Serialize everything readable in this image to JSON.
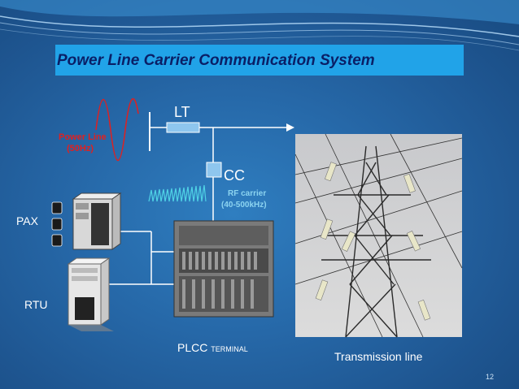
{
  "slide": {
    "title": "Power Line Carrier Communication System",
    "page_number": "12"
  },
  "diagram": {
    "lt_label": "LT",
    "cc_label": "CC",
    "power_line_label": "Power Line",
    "power_line_freq": "(50Hz)",
    "rf_carrier_label": "RF carrier",
    "rf_carrier_freq": "(40-500kHz)",
    "pax_label": "PAX",
    "rtu_label": "RTU",
    "plcc_label": "PLCC",
    "plcc_suffix": "TERMINAL",
    "transmission_label": "Transmission line"
  },
  "colors": {
    "title_bar": "#21a3e8",
    "title_text": "#0a1f66",
    "power_wave": "#e02020",
    "rf_wave": "#4fd3e6",
    "component_fill": "#8ec6ee"
  }
}
